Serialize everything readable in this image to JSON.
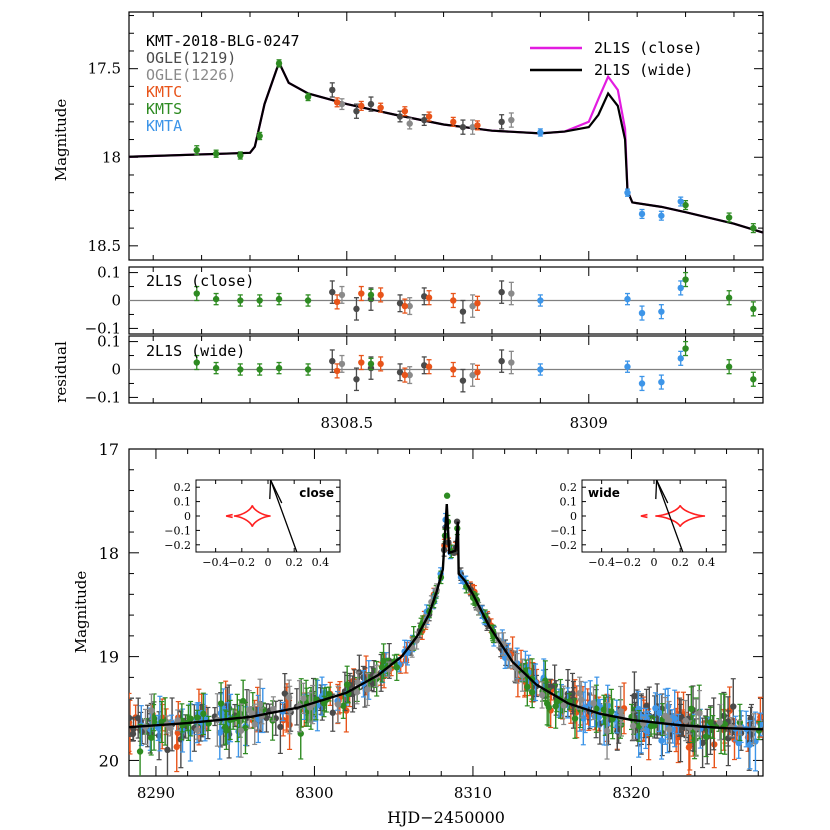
{
  "colors": {
    "ogle1219": "#4a4a4a",
    "ogle1226": "#8a8a8a",
    "kmtc": "#e8541a",
    "kmts": "#2e8b22",
    "kmta": "#3d95e8",
    "model_close": "#e21ce0",
    "model_wide": "#000000",
    "caustic": "#ff2020",
    "zero_line": "#808080"
  },
  "chart_data": [
    {
      "id": "zoom",
      "type": "scatter",
      "title": "KMT-2018-BLG-0247",
      "xlabel": "",
      "ylabel": "Magnitude",
      "xlim": [
        8308.05,
        8309.36
      ],
      "ylim": [
        18.58,
        17.18
      ],
      "xticks_labeled": [
        "8308.5",
        "8309"
      ],
      "yticks_labeled": [
        "17.5",
        "18",
        "18.5"
      ],
      "legend": {
        "placement": "top-right",
        "entries": [
          "2L1S (close)",
          "2L1S (wide)"
        ]
      },
      "dataset_labels": [
        "KMT-2018-BLG-0247",
        "OGLE(1219)",
        "OGLE(1226)",
        "KMTC",
        "KMTS",
        "KMTA"
      ],
      "series": [
        {
          "name": "2L1S (close)",
          "kind": "model",
          "x": [
            8308.05,
            8308.3,
            8308.31,
            8308.33,
            8308.36,
            8308.38,
            8308.42,
            8308.5,
            8308.6,
            8308.7,
            8308.8,
            8308.9,
            8308.95,
            8309.0,
            8309.02,
            8309.04,
            8309.06,
            8309.075,
            8309.08,
            8309.09,
            8309.15,
            8309.2,
            8309.3,
            8309.36
          ],
          "y": [
            17.997,
            17.975,
            17.94,
            17.7,
            17.465,
            17.58,
            17.64,
            17.7,
            17.76,
            17.815,
            17.85,
            17.865,
            17.855,
            17.8,
            17.67,
            17.545,
            17.62,
            17.84,
            18.19,
            18.255,
            18.28,
            18.31,
            18.375,
            18.425
          ]
        },
        {
          "name": "2L1S (wide)",
          "kind": "model",
          "x": [
            8308.05,
            8308.3,
            8308.31,
            8308.33,
            8308.36,
            8308.38,
            8308.42,
            8308.5,
            8308.6,
            8308.7,
            8308.8,
            8308.9,
            8308.95,
            8309.0,
            8309.02,
            8309.04,
            8309.06,
            8309.075,
            8309.08,
            8309.09,
            8309.15,
            8309.2,
            8309.3,
            8309.36
          ],
          "y": [
            17.997,
            17.975,
            17.94,
            17.7,
            17.465,
            17.58,
            17.64,
            17.7,
            17.76,
            17.815,
            17.85,
            17.865,
            17.855,
            17.83,
            17.76,
            17.64,
            17.71,
            17.9,
            18.19,
            18.255,
            18.28,
            18.31,
            18.375,
            18.425
          ]
        },
        {
          "name": "OGLE(1219)",
          "x": [
            8308.47,
            8308.52,
            8308.55,
            8308.61,
            8308.66,
            8308.74,
            8308.82
          ],
          "y": [
            17.62,
            17.74,
            17.7,
            17.77,
            17.79,
            17.83,
            17.8
          ],
          "err": [
            0.04,
            0.04,
            0.04,
            0.03,
            0.03,
            0.04,
            0.04
          ]
        },
        {
          "name": "OGLE(1226)",
          "x": [
            8308.49,
            8308.63,
            8308.76,
            8308.84
          ],
          "y": [
            17.7,
            17.81,
            17.83,
            17.79
          ],
          "err": [
            0.03,
            0.03,
            0.04,
            0.04
          ]
        },
        {
          "name": "KMTC",
          "x": [
            8308.48,
            8308.53,
            8308.57,
            8308.62,
            8308.67,
            8308.72,
            8308.77
          ],
          "y": [
            17.69,
            17.71,
            17.72,
            17.74,
            17.77,
            17.8,
            17.82
          ],
          "err": [
            0.025,
            0.025,
            0.025,
            0.025,
            0.025,
            0.025,
            0.025
          ]
        },
        {
          "name": "KMTS",
          "x": [
            8308.19,
            8308.23,
            8308.28,
            8308.32,
            8308.36,
            8308.42,
            8309.2,
            8309.29,
            8309.34
          ],
          "y": [
            17.96,
            17.98,
            17.99,
            17.88,
            17.47,
            17.66,
            18.27,
            18.34,
            18.4
          ],
          "err": [
            0.025,
            0.02,
            0.02,
            0.02,
            0.02,
            0.02,
            0.025,
            0.025,
            0.025
          ]
        },
        {
          "name": "KMTA",
          "x": [
            8308.9,
            8309.08,
            8309.11,
            8309.15,
            8309.19
          ],
          "y": [
            17.86,
            18.2,
            18.32,
            18.33,
            18.25
          ],
          "err": [
            0.02,
            0.02,
            0.025,
            0.025,
            0.025
          ]
        }
      ]
    },
    {
      "id": "residual_close",
      "type": "scatter",
      "label": "2L1S (close)",
      "ylabel": "residual",
      "ylim": [
        -0.12,
        0.12
      ],
      "yticks_labeled": [
        "0.1",
        "0",
        "−0.1"
      ],
      "series": [
        {
          "name": "OGLE(1219)",
          "x": [
            8308.47,
            8308.52,
            8308.55,
            8308.61,
            8308.66,
            8308.74,
            8308.82
          ],
          "y": [
            0.03,
            -0.03,
            0.005,
            -0.01,
            0.015,
            -0.04,
            0.03
          ],
          "err": [
            0.04,
            0.04,
            0.04,
            0.03,
            0.03,
            0.04,
            0.04
          ]
        },
        {
          "name": "OGLE(1226)",
          "x": [
            8308.49,
            8308.63,
            8308.76,
            8308.84
          ],
          "y": [
            0.02,
            -0.02,
            -0.02,
            0.025
          ],
          "err": [
            0.03,
            0.03,
            0.04,
            0.04
          ]
        },
        {
          "name": "KMTC",
          "x": [
            8308.48,
            8308.53,
            8308.57,
            8308.62,
            8308.67,
            8308.72,
            8308.77
          ],
          "y": [
            -0.005,
            0.025,
            0.02,
            -0.02,
            0.01,
            0.0,
            -0.01
          ],
          "err": [
            0.025,
            0.025,
            0.025,
            0.025,
            0.025,
            0.025,
            0.025
          ]
        },
        {
          "name": "KMTS",
          "x": [
            8308.19,
            8308.23,
            8308.28,
            8308.32,
            8308.36,
            8308.42,
            8308.55,
            8309.2,
            8309.29,
            8309.34
          ],
          "y": [
            0.025,
            0.005,
            0.0,
            0.0,
            0.005,
            0.0,
            0.02,
            0.075,
            0.01,
            -0.03
          ],
          "err": [
            0.025,
            0.02,
            0.02,
            0.02,
            0.02,
            0.02,
            0.02,
            0.025,
            0.025,
            0.025
          ]
        },
        {
          "name": "KMTA",
          "x": [
            8308.9,
            8309.08,
            8309.11,
            8309.15,
            8309.19
          ],
          "y": [
            0.0,
            0.005,
            -0.045,
            -0.04,
            0.045
          ],
          "err": [
            0.02,
            0.02,
            0.025,
            0.025,
            0.025
          ]
        }
      ]
    },
    {
      "id": "residual_wide",
      "type": "scatter",
      "label": "2L1S (wide)",
      "ylabel": "residual",
      "xlim": [
        8308.05,
        8309.36
      ],
      "ylim": [
        -0.12,
        0.12
      ],
      "xticks_labeled": [
        "8308.5",
        "8309"
      ],
      "yticks_labeled": [
        "0.1",
        "0",
        "−0.1"
      ],
      "series": [
        {
          "name": "OGLE(1219)",
          "x": [
            8308.47,
            8308.52,
            8308.55,
            8308.61,
            8308.66,
            8308.74,
            8308.82
          ],
          "y": [
            0.03,
            -0.035,
            0.005,
            -0.01,
            0.015,
            -0.04,
            0.03
          ],
          "err": [
            0.04,
            0.04,
            0.04,
            0.03,
            0.03,
            0.04,
            0.04
          ]
        },
        {
          "name": "OGLE(1226)",
          "x": [
            8308.49,
            8308.63,
            8308.76,
            8308.84
          ],
          "y": [
            0.02,
            -0.02,
            -0.02,
            0.025
          ],
          "err": [
            0.03,
            0.03,
            0.04,
            0.04
          ]
        },
        {
          "name": "KMTC",
          "x": [
            8308.48,
            8308.53,
            8308.57,
            8308.62,
            8308.67,
            8308.72,
            8308.77
          ],
          "y": [
            -0.005,
            0.025,
            0.02,
            -0.02,
            0.01,
            0.0,
            -0.01
          ],
          "err": [
            0.025,
            0.025,
            0.025,
            0.025,
            0.025,
            0.025,
            0.025
          ]
        },
        {
          "name": "KMTS",
          "x": [
            8308.19,
            8308.23,
            8308.28,
            8308.32,
            8308.36,
            8308.42,
            8308.55,
            8309.2,
            8309.29,
            8309.34
          ],
          "y": [
            0.025,
            0.005,
            0.0,
            0.0,
            0.005,
            0.0,
            0.02,
            0.075,
            0.01,
            -0.035
          ],
          "err": [
            0.025,
            0.02,
            0.02,
            0.02,
            0.02,
            0.02,
            0.02,
            0.025,
            0.025,
            0.025
          ]
        },
        {
          "name": "KMTA",
          "x": [
            8308.9,
            8309.08,
            8309.11,
            8309.15,
            8309.19
          ],
          "y": [
            0.0,
            0.01,
            -0.05,
            -0.045,
            0.04
          ],
          "err": [
            0.02,
            0.02,
            0.025,
            0.025,
            0.025
          ]
        }
      ]
    },
    {
      "id": "full",
      "type": "scatter",
      "xlabel": "HJD−2450000",
      "ylabel": "Magnitude",
      "xlim": [
        8288.3,
        8328.3
      ],
      "ylim": [
        20.15,
        17.0
      ],
      "xticks_labeled": [
        "8290",
        "8300",
        "8310",
        "8320"
      ],
      "yticks_labeled": [
        "17",
        "18",
        "19",
        "20"
      ],
      "model": {
        "name": "2L1S (wide)",
        "x": [
          8288.3,
          8292,
          8296,
          8299,
          8302,
          8304,
          8305.5,
          8306.5,
          8307.2,
          8307.7,
          8308.1,
          8308.35,
          8308.5,
          8308.9,
          8309.05,
          8309.1,
          8309.5,
          8310,
          8311,
          8312.5,
          8314,
          8316,
          8318,
          8320,
          8323,
          8326,
          8328.3
        ],
        "y": [
          19.68,
          19.64,
          19.58,
          19.49,
          19.35,
          19.18,
          19.0,
          18.8,
          18.6,
          18.38,
          18.16,
          17.53,
          18.0,
          17.98,
          17.7,
          18.2,
          18.27,
          18.4,
          18.7,
          19.05,
          19.27,
          19.45,
          19.55,
          19.61,
          19.66,
          19.69,
          19.7
        ]
      },
      "data_note_in_script": true
    }
  ],
  "insets": [
    {
      "label": "close",
      "xlim": [
        -0.55,
        0.55
      ],
      "ylim": [
        -0.25,
        0.25
      ],
      "xticks": [
        "−0.4",
        "−0.2",
        "0",
        "0.2",
        "0.4"
      ],
      "yticks": [
        "0.2",
        "0.1",
        "0",
        "−0.1",
        "−0.2"
      ],
      "caustic_center": [
        -0.12,
        0.0
      ],
      "trajectory": [
        [
          0.02,
          0.25
        ],
        [
          0.22,
          -0.25
        ]
      ]
    },
    {
      "label": "wide",
      "xlim": [
        -0.55,
        0.55
      ],
      "ylim": [
        -0.25,
        0.25
      ],
      "xticks": [
        "−0.4",
        "−0.2",
        "0",
        "0.2",
        "0.4"
      ],
      "yticks": [
        "0.2",
        "0.1",
        "0",
        "−0.1",
        "−0.2"
      ],
      "caustic_center": [
        0.2,
        0.0
      ],
      "trajectory": [
        [
          0.02,
          0.25
        ],
        [
          0.22,
          -0.25
        ]
      ]
    }
  ]
}
